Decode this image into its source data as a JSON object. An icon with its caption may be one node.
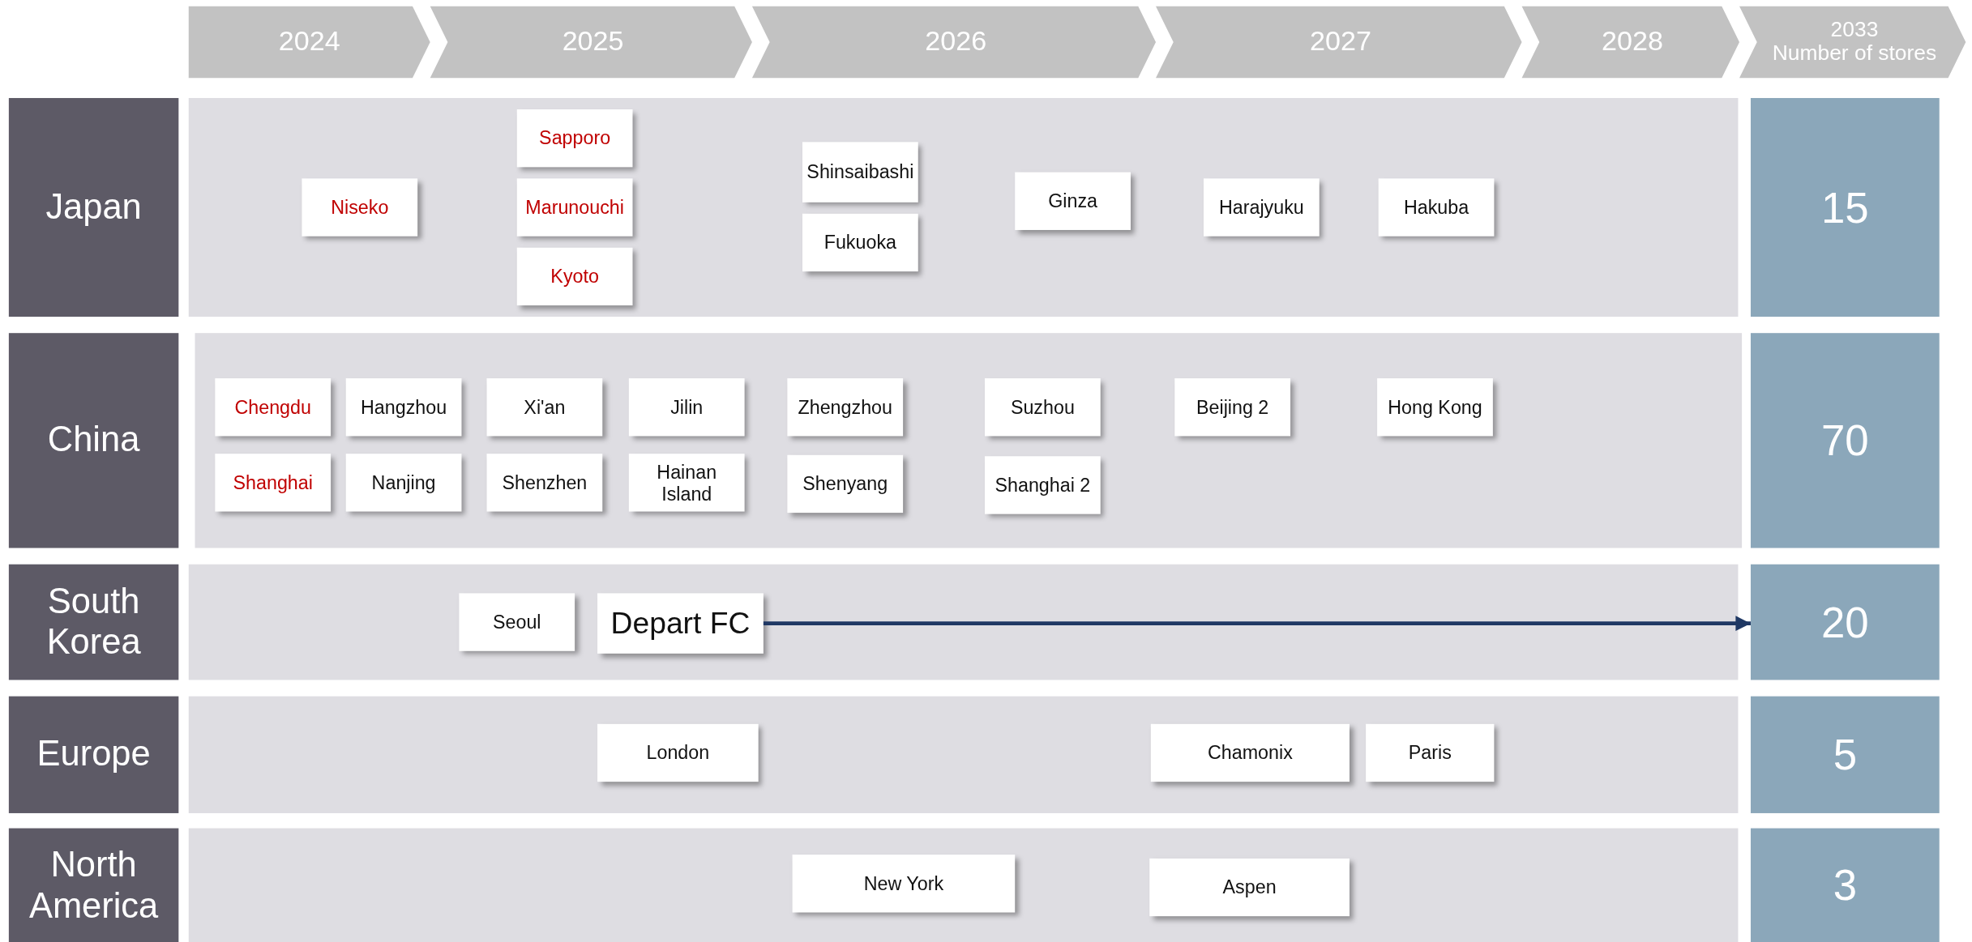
{
  "diagram": {
    "nodes": [
      {
        "text": [
          "2024"
        ]
      },
      {
        "text": [
          "2025"
        ]
      },
      {
        "text": [
          "2026"
        ]
      },
      {
        "text": [
          "2027"
        ]
      },
      {
        "text": [
          "2028"
        ]
      },
      {
        "text": [
          "2033",
          "Number of stores"
        ]
      },
      {
        "text": [
          "Japan"
        ]
      },
      {
        "text": [],
        "shape": "box"
      },
      {
        "text": [
          "Niseko"
        ],
        "in": 7
      },
      {
        "text": [
          "Sapporo"
        ],
        "in": 7
      },
      {
        "text": [
          "Marunouchi"
        ],
        "in": 7
      },
      {
        "text": [
          "Kyoto"
        ],
        "in": 7
      },
      {
        "text": [
          "Shinsaibashi"
        ],
        "in": 7
      },
      {
        "text": [
          "Fukuoka"
        ],
        "in": 7
      },
      {
        "text": [
          "Ginza"
        ],
        "in": 7
      },
      {
        "text": [
          "Harajyuku"
        ],
        "in": 7
      },
      {
        "text": [
          "Hakuba"
        ],
        "in": 7
      },
      {
        "text": [
          "15"
        ]
      },
      {
        "text": [
          "China"
        ]
      },
      {
        "text": [],
        "shape": "box"
      },
      {
        "text": [
          "Chengdu"
        ],
        "in": 19
      },
      {
        "text": [
          "Hangzhou"
        ],
        "in": 19
      },
      {
        "text": [
          "Xi'an"
        ],
        "in": 19
      },
      {
        "text": [
          "Jilin"
        ],
        "in": 19
      },
      {
        "text": [
          "Zhengzhou"
        ],
        "in": 19
      },
      {
        "text": [
          "Suzhou"
        ],
        "in": 19
      },
      {
        "text": [
          "Beijing 2"
        ],
        "in": 19
      },
      {
        "text": [
          "Hong Kong"
        ],
        "in": 19
      },
      {
        "text": [
          "Shanghai"
        ],
        "in": 19
      },
      {
        "text": [
          "Nanjing"
        ],
        "in": 19
      },
      {
        "text": [
          "Shenzhen"
        ],
        "in": 19
      },
      {
        "text": [
          "Hainan Island"
        ],
        "in": 19
      },
      {
        "text": [
          "Shenyang"
        ],
        "in": 19
      },
      {
        "text": [
          "Shanghai 2"
        ],
        "in": 19
      },
      {
        "text": [
          "70"
        ]
      },
      {
        "text": [
          "South Korea"
        ]
      },
      {
        "text": [],
        "shape": "box"
      },
      {
        "text": [
          "Seoul"
        ],
        "in": 36
      },
      {
        "text": [
          "Depart FC"
        ],
        "in": 36
      },
      {
        "text": [
          "20"
        ]
      },
      {
        "text": [
          "Europe"
        ]
      },
      {
        "text": [],
        "shape": "box"
      },
      {
        "text": [
          "London"
        ],
        "in": 41
      },
      {
        "text": [
          "Chamonix"
        ],
        "in": 41
      },
      {
        "text": [
          "Paris"
        ],
        "in": 41
      },
      {
        "text": [
          "5"
        ]
      },
      {
        "text": [
          "North America"
        ]
      },
      {
        "text": [],
        "shape": "box"
      },
      {
        "text": [
          "New York"
        ],
        "in": 47
      },
      {
        "text": [
          "Aspen"
        ],
        "in": 47
      },
      {
        "text": [
          "3"
        ]
      }
    ],
    "edges": [
      {
        "from": 38,
        "to": 39,
        "arrow": "to"
      }
    ]
  }
}
